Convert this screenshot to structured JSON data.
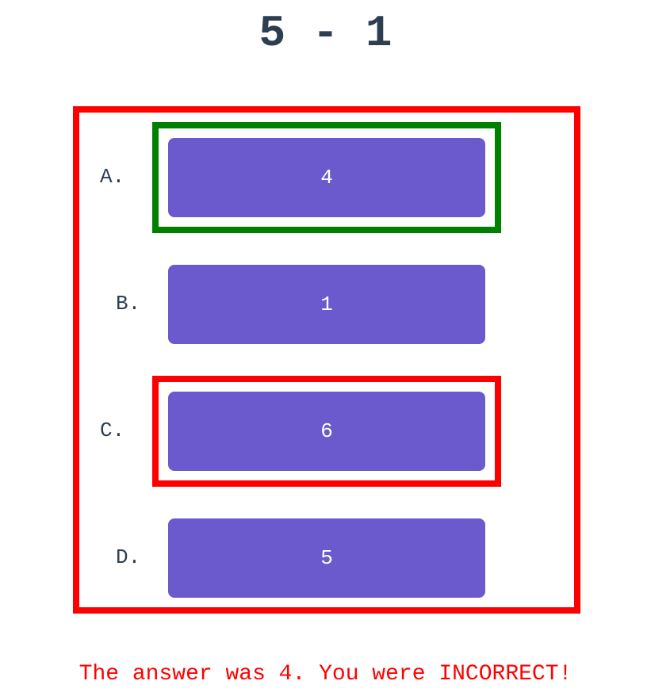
{
  "question": "5 - 1",
  "choices": [
    {
      "label": "A.",
      "value": "4",
      "status": "correct"
    },
    {
      "label": "B.",
      "value": "1",
      "status": "none"
    },
    {
      "label": "C.",
      "value": "6",
      "status": "selected-wrong"
    },
    {
      "label": "D.",
      "value": "5",
      "status": "none"
    }
  ],
  "result_message": "The answer was 4. You were INCORRECT!",
  "colors": {
    "text": "#2c3e50",
    "button": "#6a5acd",
    "button_text": "#ffffff",
    "correct": "#008000",
    "incorrect": "#ff0000"
  }
}
